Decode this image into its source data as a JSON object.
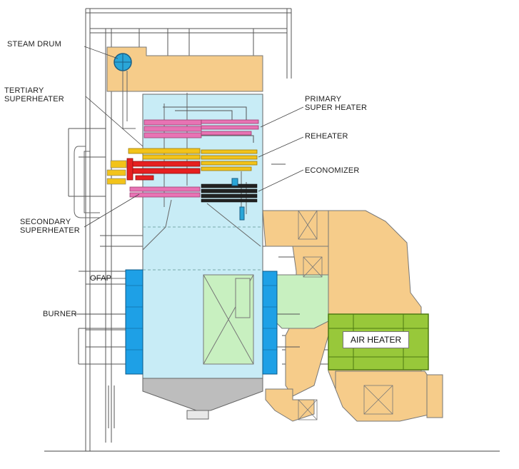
{
  "labels": {
    "steam_drum": "STEAM DRUM",
    "tertiary_superheater": [
      "TERTIARY",
      "SUPERHEATER"
    ],
    "primary_superheater": [
      "PRIMARY",
      "SUPER HEATER"
    ],
    "reheater": "REHEATER",
    "economizer": "ECONOMIZER",
    "secondary_superheater": [
      "SECONDARY",
      "SUPERHEATER"
    ],
    "ofap": "OFAP",
    "burner": "BURNER",
    "air_heater": "AIR HEATER"
  },
  "colors": {
    "furnace": "#c8ecf6",
    "duct": "#f6cc8a",
    "burner_wall": "#1ea0e6",
    "air_heater": "#98c83a",
    "ofa_duct": "#c8f0c0",
    "hopper": "#bdbdbd",
    "superheater_pink": "#e873b4",
    "superheater_yellow": "#f2c31a",
    "reheater_red": "#e62020",
    "economizer_dark": "#222222",
    "drum": "#2aa6d8"
  }
}
